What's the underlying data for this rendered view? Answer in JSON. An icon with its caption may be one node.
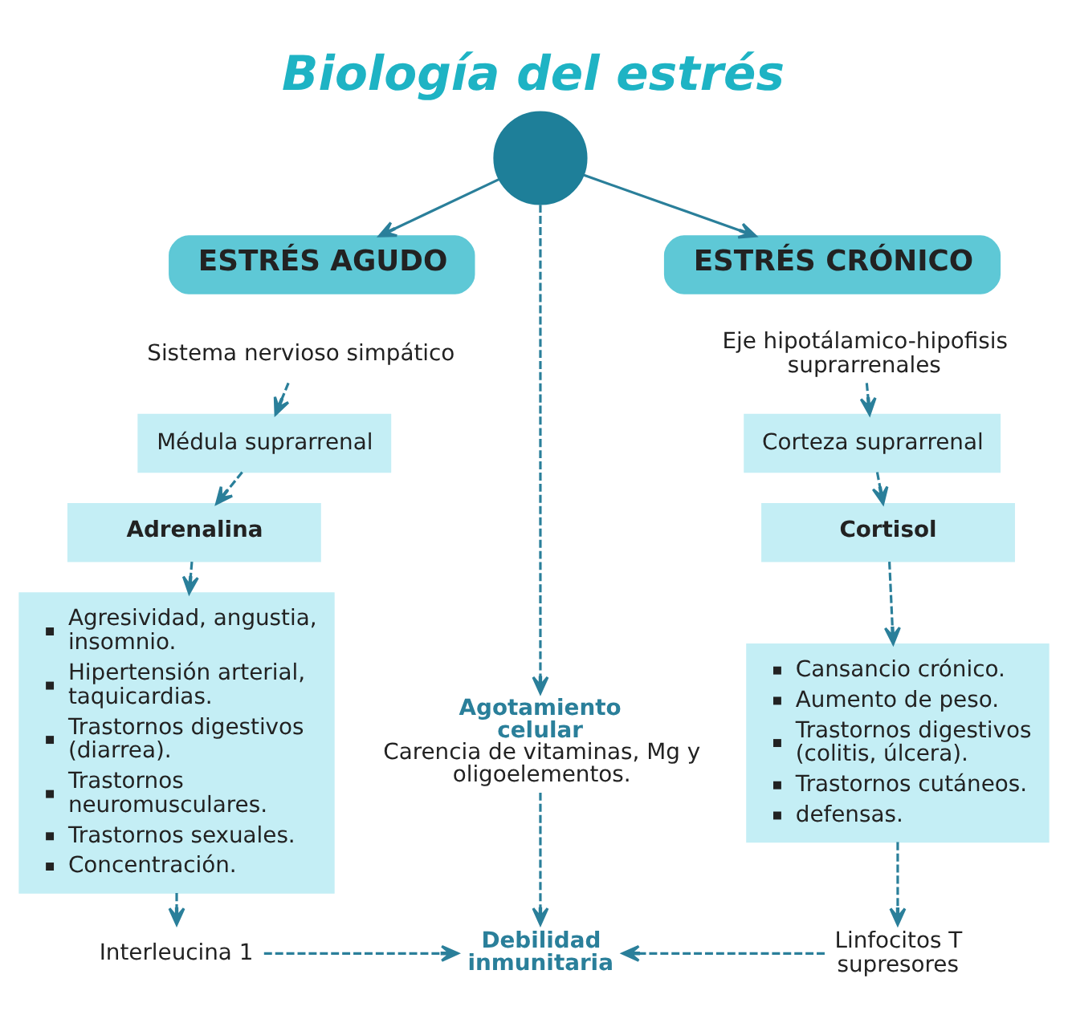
{
  "diagram": {
    "title": "Biología del estrés",
    "nodes": [
      {
        "text": [],
        "shape": "circle"
      },
      {
        "text": [
          "ESTRÉS AGUDO"
        ]
      },
      {
        "text": [
          "ESTRÉS CRÓNICO"
        ]
      },
      {
        "text": [
          "Sistema nervioso simpático"
        ]
      },
      {
        "text": [
          "Eje hipotálamico-hipofisis suprarrenales"
        ]
      },
      {
        "text": [
          "Médula suprarrenal"
        ]
      },
      {
        "text": [
          "Corteza suprarrenal"
        ]
      },
      {
        "text": [
          "Adrenalina"
        ]
      },
      {
        "text": [
          "Cortisol"
        ]
      },
      {
        "text": [
          "Agresividad, angustia, insomnio.",
          "Hipertensión arterial, taquicardias.",
          "Trastornos digestivos (diarrea).",
          "Trastornos neuromusculares.",
          "Trastornos sexuales.",
          "Concentración."
        ]
      },
      {
        "text": [
          "Agotamiento celular",
          "Carencia de vitaminas, Mg y oligoelementos."
        ]
      },
      {
        "text": [
          "Cansancio crónico.",
          "Aumento de peso.",
          "Trastornos digestivos (colitis, úlcera).",
          "Trastornos cutáneos.",
          "defensas."
        ]
      },
      {
        "text": [
          "Debilidad inmunitaria"
        ]
      },
      {
        "text": [
          "Interleucina 1"
        ]
      },
      {
        "text": [
          "Linfocitos T supresores"
        ]
      }
    ],
    "edges": [
      {
        "from": 0,
        "to": 1,
        "arrow": "to"
      },
      {
        "from": 0,
        "to": 10,
        "arrow": "to",
        "style": "dashed"
      },
      {
        "from": 0,
        "to": 2,
        "arrow": "to"
      },
      {
        "from": 3,
        "to": 5,
        "arrow": "to",
        "style": "dashed"
      },
      {
        "from": 5,
        "to": 7,
        "arrow": "to",
        "style": "dashed"
      },
      {
        "from": 7,
        "to": 9,
        "arrow": "to",
        "style": "dashed"
      },
      {
        "from": 9,
        "to": 13,
        "arrow": "to",
        "style": "dashed"
      },
      {
        "from": 4,
        "to": 6,
        "arrow": "to",
        "style": "dashed"
      },
      {
        "from": 6,
        "to": 8,
        "arrow": "to",
        "style": "dashed"
      },
      {
        "from": 8,
        "to": 11,
        "arrow": "to",
        "style": "dashed"
      },
      {
        "from": 11,
        "to": 14,
        "arrow": "to",
        "style": "dashed"
      },
      {
        "from": 10,
        "to": 12,
        "arrow": "to",
        "style": "dashed"
      },
      {
        "from": 13,
        "to": 12,
        "arrow": "to",
        "style": "dashed"
      },
      {
        "from": 14,
        "to": 12,
        "arrow": "to",
        "style": "dashed"
      }
    ]
  }
}
